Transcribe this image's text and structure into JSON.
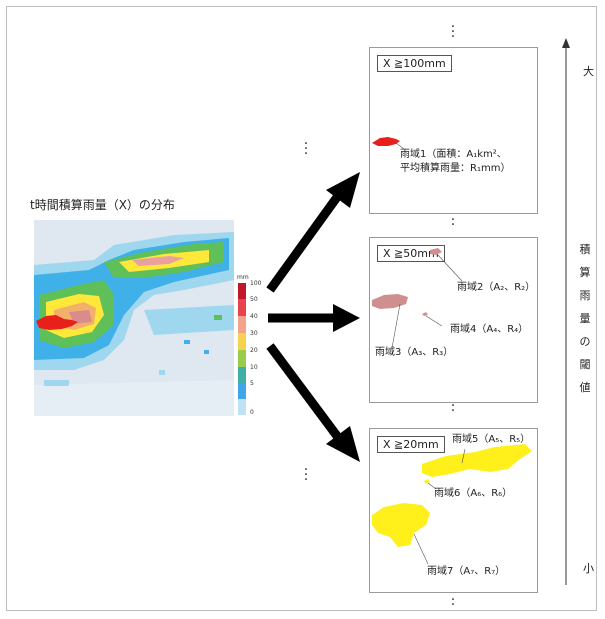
{
  "map": {
    "title": "t時間積算雨量（X）の分布",
    "colorbar_unit": "mm",
    "colorbar_ticks": [
      "100",
      "50",
      "40",
      "30",
      "20",
      "10",
      "5",
      "0"
    ]
  },
  "panels": [
    {
      "threshold": "X ≧100mm",
      "labels": [
        "雨域1（面積：A₁km²、",
        "平均積算雨量：R₁mm）"
      ]
    },
    {
      "threshold": "X ≧50mm",
      "labels": [
        "雨域2（A₂、R₂）",
        "雨域4（A₄、R₄）",
        "雨域3（A₃、R₃）"
      ]
    },
    {
      "threshold": "X ≧20mm",
      "labels": [
        "雨域5（A₅、R₅）",
        "雨域6（A₆、R₆）",
        "雨域7（A₇、R₇）"
      ]
    }
  ],
  "axis": {
    "top_label": "大",
    "bottom_label": "小",
    "title_chars": [
      "積",
      "算",
      "雨",
      "量",
      "の",
      "閾",
      "値"
    ]
  },
  "colors": {
    "rain_100": "#e8201c",
    "rain_50": "#cf8f8f",
    "rain_20": "#ffef1a"
  }
}
